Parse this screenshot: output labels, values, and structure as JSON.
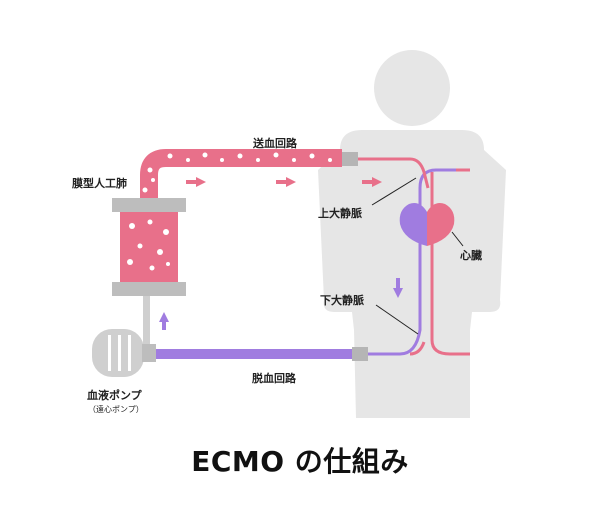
{
  "title": "ECMO の仕組み",
  "labels": {
    "supply_line": "送血回路",
    "oxygenator": "膜型人工肺",
    "superior_vena_cava": "上大静脈",
    "heart": "心臓",
    "inferior_vena_cava": "下大静脈",
    "pump": "血液ポンプ",
    "pump_sub": "（遠心ポンプ）",
    "drain_line": "脱血回路"
  },
  "colors": {
    "arterial": "#e8708a",
    "venous": "#a07ce0",
    "body": "#e6e6e6",
    "device_gray": "#bdbdbd"
  }
}
